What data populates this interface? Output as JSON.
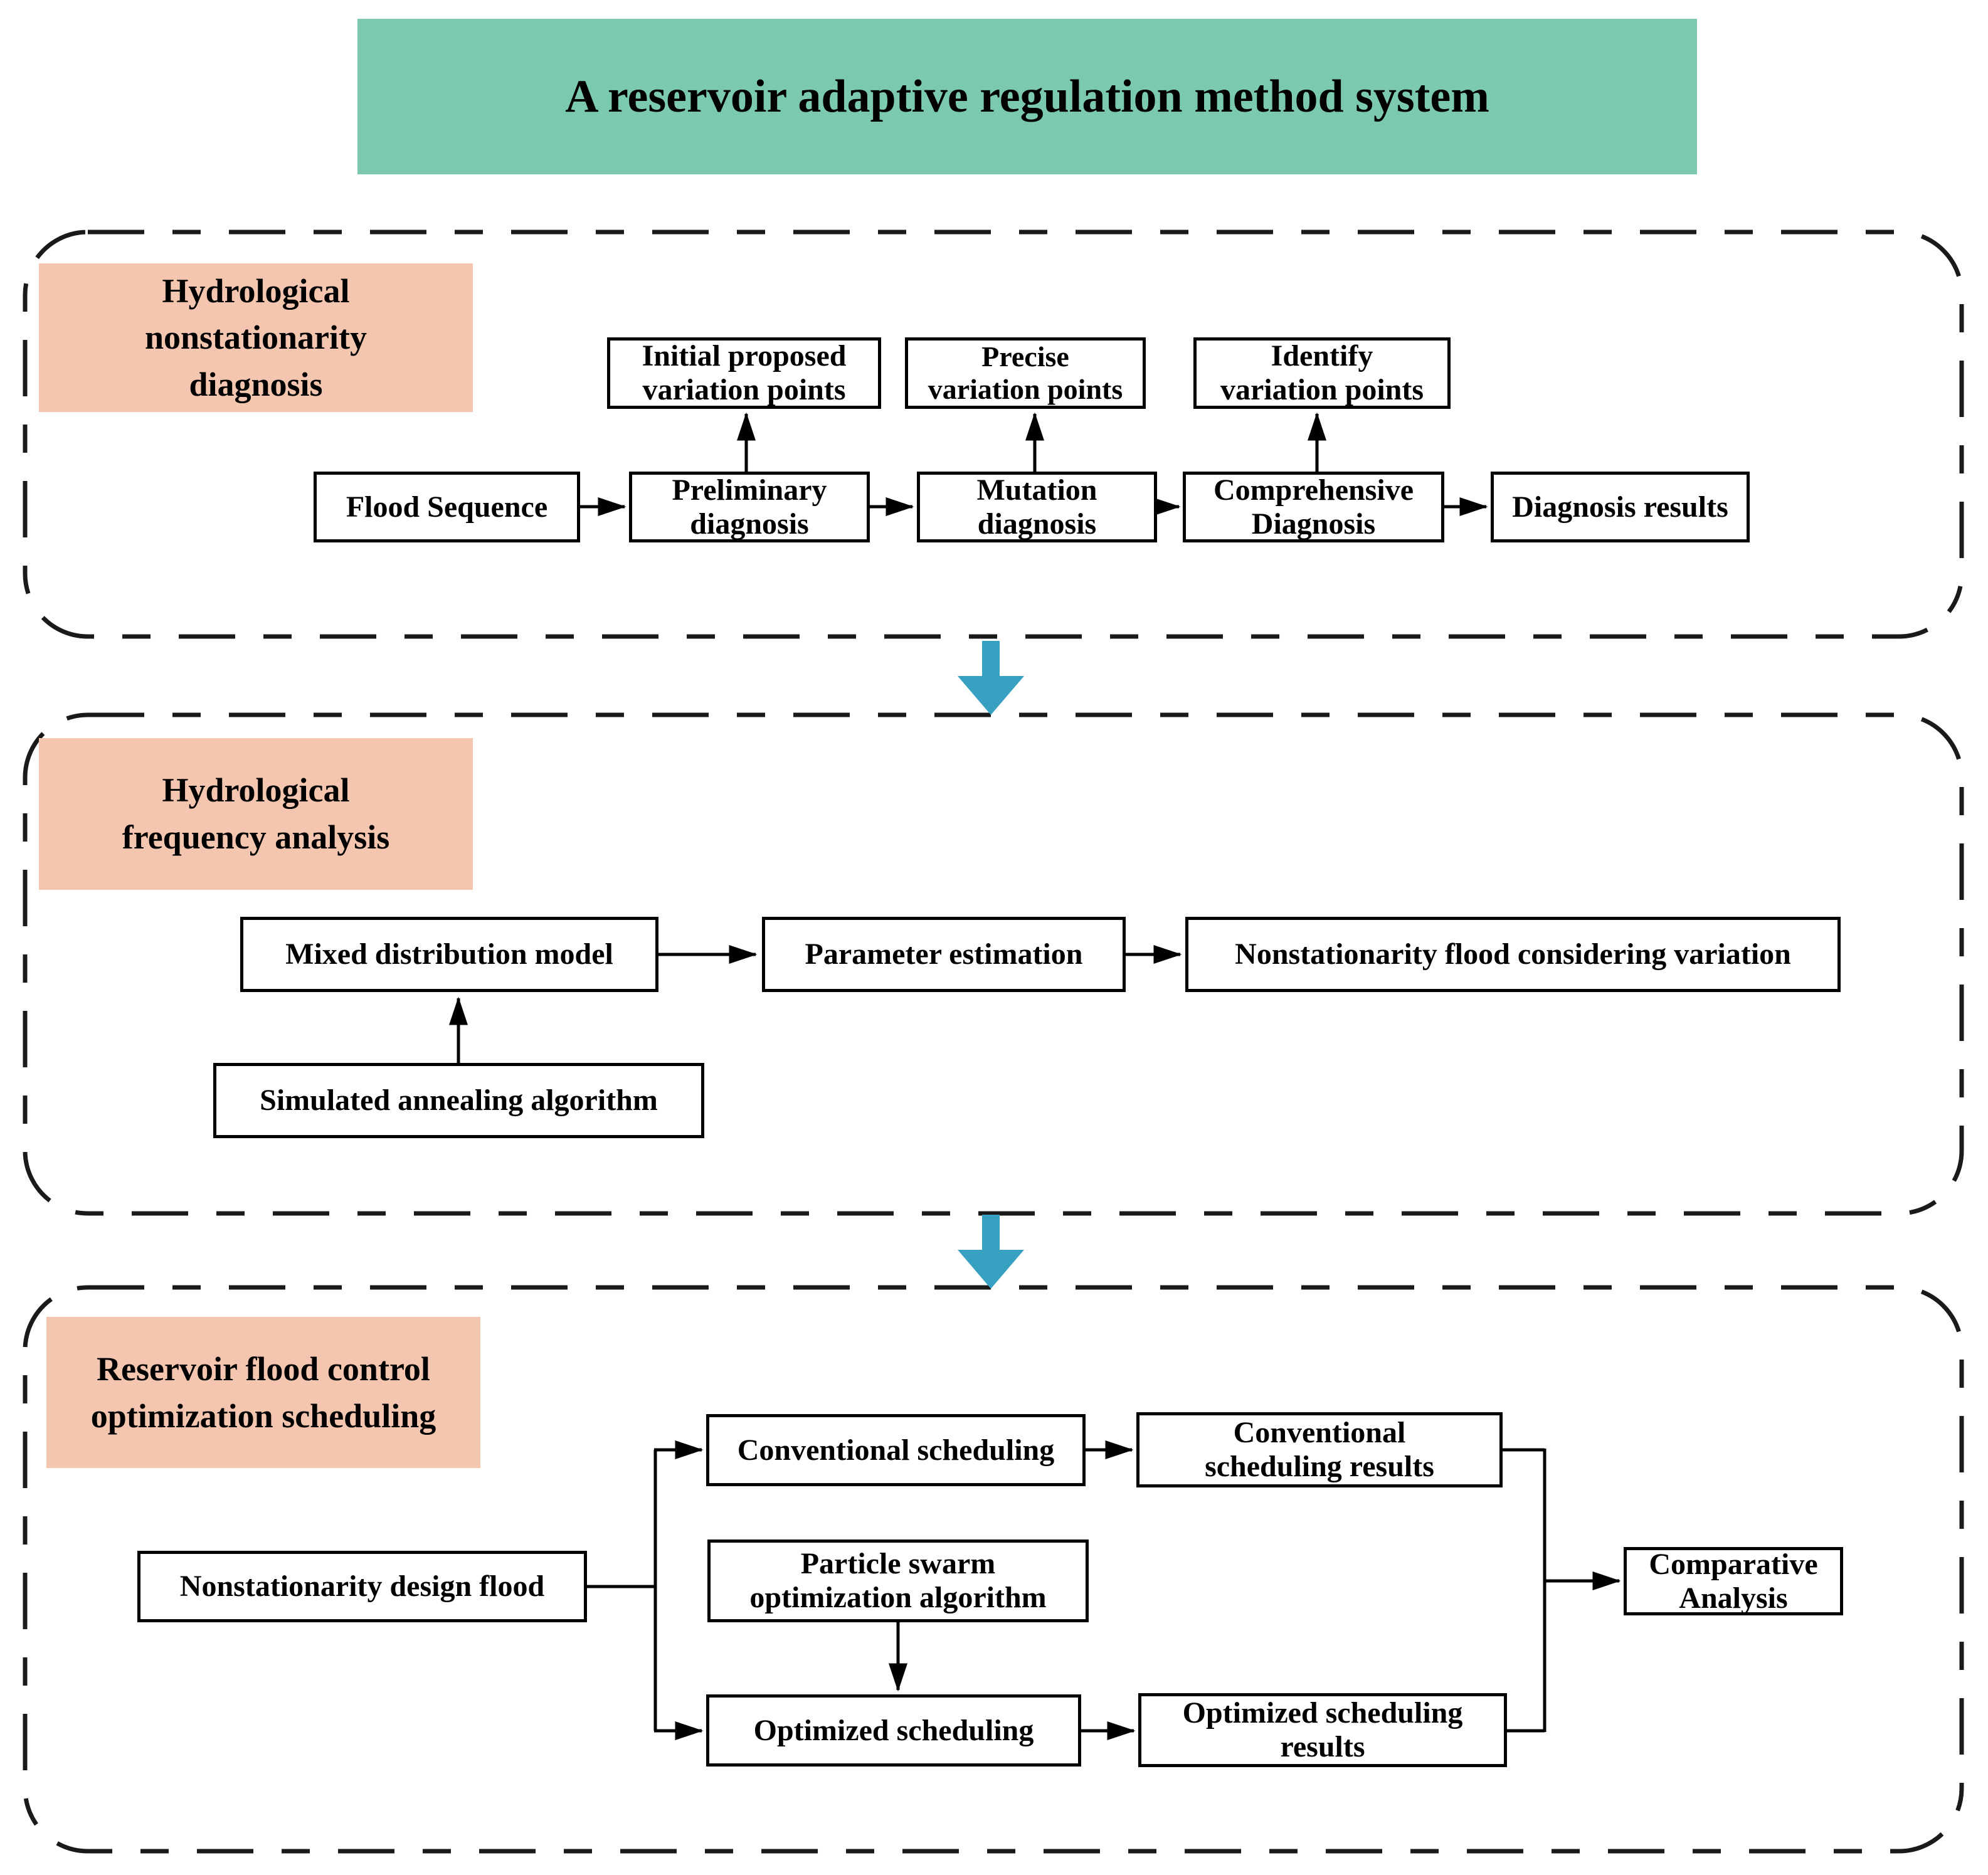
{
  "title": "A reservoir adaptive regulation method system",
  "palette": {
    "title_bg": "#7cc9b2",
    "section_label_bg": "#f4c6af",
    "flow_arrow_blue": "#38a0c1",
    "line_black": "#000000"
  },
  "icons": {
    "section_flow": "down-arrow"
  },
  "sections": [
    {
      "label_lines": [
        "Hydrological",
        "nonstationarity",
        "diagnosis"
      ],
      "nodes": {
        "initial_proposed": [
          "Initial proposed",
          "variation points"
        ],
        "precise": [
          "Precise",
          "variation points"
        ],
        "identify": [
          "Identify",
          "variation points"
        ],
        "flood_sequence": [
          "Flood Sequence"
        ],
        "preliminary": [
          "Preliminary",
          "diagnosis"
        ],
        "mutation": [
          "Mutation",
          "diagnosis"
        ],
        "comprehensive": [
          "Comprehensive",
          "Diagnosis"
        ],
        "diagnosis_results": [
          "Diagnosis results"
        ]
      }
    },
    {
      "label_lines": [
        "Hydrological",
        "frequency analysis"
      ],
      "nodes": {
        "mixed_distribution": [
          "Mixed distribution model"
        ],
        "parameter_estimation": [
          "Parameter estimation"
        ],
        "nonstationarity_flood": [
          "Nonstationarity flood considering variation"
        ],
        "simulated_annealing": [
          "Simulated annealing algorithm"
        ]
      }
    },
    {
      "label_lines": [
        "Reservoir flood control",
        "optimization scheduling"
      ],
      "nodes": {
        "design_flood": [
          "Nonstationarity design flood"
        ],
        "conventional_scheduling": [
          "Conventional scheduling"
        ],
        "conventional_results": [
          "Conventional",
          "scheduling results"
        ],
        "particle_swarm": [
          "Particle swarm",
          "optimization algorithm"
        ],
        "optimized_scheduling": [
          "Optimized scheduling"
        ],
        "optimized_results": [
          "Optimized scheduling",
          "results"
        ],
        "comparative_analysis": [
          "Comparative",
          "Analysis"
        ]
      }
    }
  ]
}
